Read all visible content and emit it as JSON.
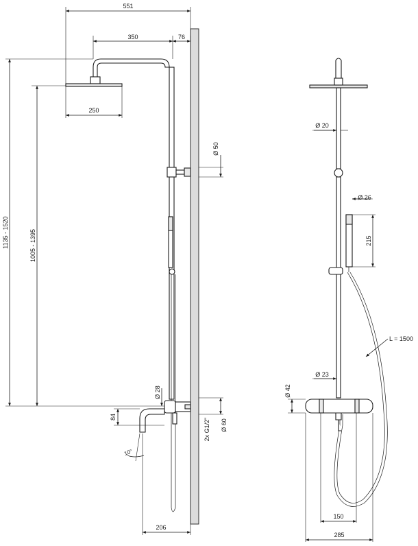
{
  "side_view": {
    "width_551": "551",
    "arm_350": "350",
    "offset_76": "76",
    "head_250": "250",
    "height_range_1": "1135 - 1520",
    "height_range_2": "1005 - 1395",
    "dia_50": "Ø 50",
    "dia_28": "Ø 28",
    "dim_84": "84",
    "angle_10": "10°",
    "thread": "2x G1/2\"",
    "dia_60": "Ø 60",
    "spout_206": "206"
  },
  "front_view": {
    "dia_20": "Ø 20",
    "dia_26": "Ø 26",
    "dim_215": "215",
    "hose_length": "L = 1500",
    "dia_23": "Ø 23",
    "dia_42": "Ø 42",
    "dim_150": "150",
    "dim_285": "285"
  },
  "colors": {
    "wall": "#dcdcdc",
    "line": "#1a1a1a"
  }
}
